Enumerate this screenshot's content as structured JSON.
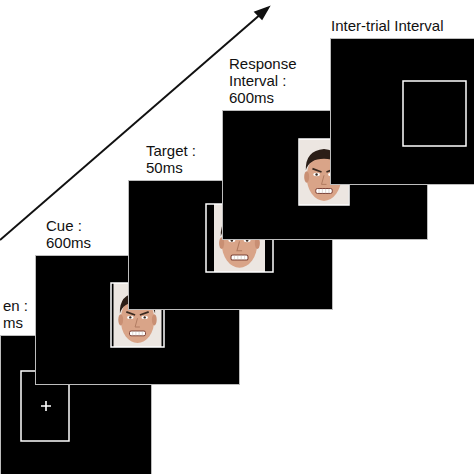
{
  "diagram": {
    "nodes": [
      {
        "text": [
          "en : ms"
        ]
      },
      {
        "text": [
          "Cue : 600ms"
        ]
      },
      {
        "text": [
          "Target : 50ms"
        ]
      },
      {
        "text": [
          "Response Interval : 600ms"
        ]
      },
      {
        "text": [
          "Inter-trial Interval"
        ]
      }
    ]
  }
}
